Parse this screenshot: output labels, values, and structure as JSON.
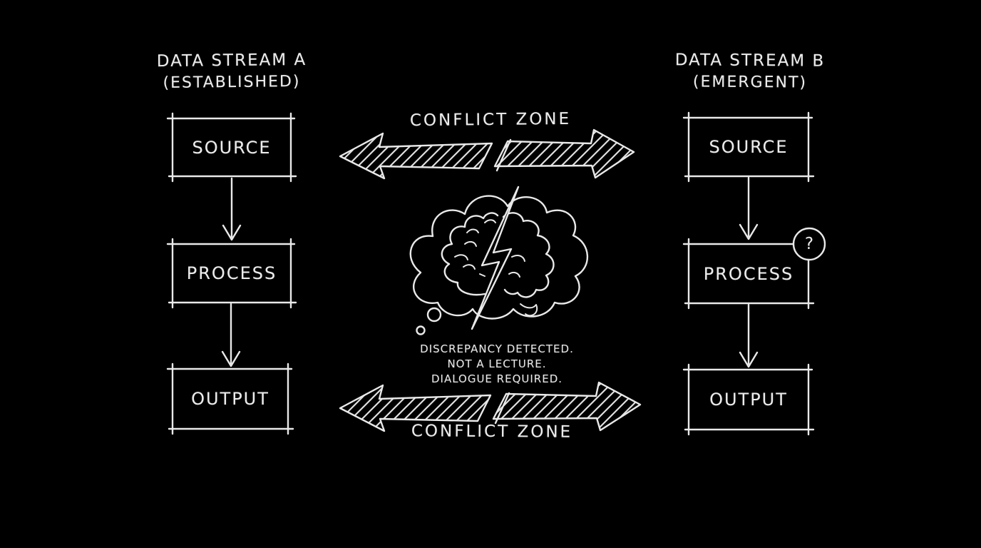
{
  "colors": {
    "background": "#000000",
    "ink": "#e9e9e9"
  },
  "stream_a": {
    "title": "DATA STREAM A",
    "subtitle": "(ESTABLISHED)",
    "source": "SOURCE",
    "process": "PROCESS",
    "output": "OUTPUT"
  },
  "stream_b": {
    "title": "DATA STREAM B",
    "subtitle": "(EMERGENT)",
    "source": "SOURCE",
    "process": "PROCESS",
    "output": "OUTPUT",
    "uncertainty_badge": "?"
  },
  "conflict": {
    "top_label": "CONFLICT ZONE",
    "bottom_label": "CONFLICT ZONE"
  },
  "note": {
    "line1": "DISCREPANCY DETECTED.",
    "line2": "NOT A LECTURE.",
    "line3": "DIALOGUE REQUIRED."
  },
  "icons": {
    "center": "thought-bubble-brain-lightning-icon",
    "badge": "question-mark-icon"
  }
}
